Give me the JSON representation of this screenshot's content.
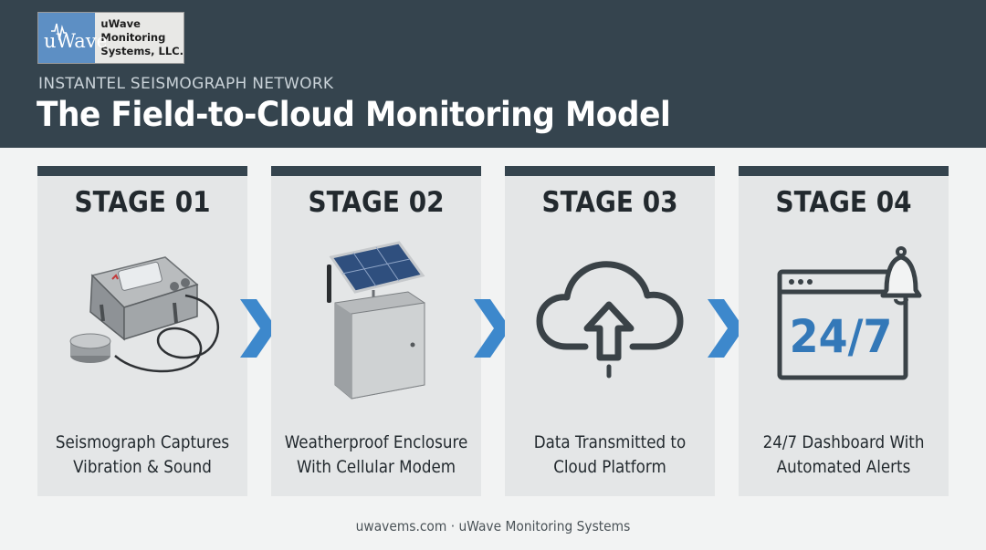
{
  "header": {
    "logo": {
      "mark_text": "uWave",
      "line1": "uWave",
      "line2": "Monitoring",
      "line3": "Systems, LLC."
    },
    "subtitle": "INSTANTEL SEISMOGRAPH NETWORK",
    "title": "The Field-to-Cloud Monitoring Model"
  },
  "stages": [
    {
      "label": "STAGE 01",
      "caption_line1": "Seismograph Captures",
      "caption_line2": "Vibration & Sound",
      "icon": "seismograph-case-icon"
    },
    {
      "label": "STAGE 02",
      "caption_line1": "Weatherproof Enclosure",
      "caption_line2": "With Cellular Modem",
      "icon": "solar-enclosure-icon"
    },
    {
      "label": "STAGE 03",
      "caption_line1": "Data Transmitted to",
      "caption_line2": "Cloud Platform",
      "icon": "cloud-upload-icon"
    },
    {
      "label": "STAGE 04",
      "caption_line1": "24/7 Dashboard With",
      "caption_line2": "Automated Alerts",
      "icon": "dashboard-bell-icon",
      "dashboard_text": "24/7"
    }
  ],
  "footer": "uwavems.com · uWave Monitoring Systems",
  "colors": {
    "header_bg": "#35444e",
    "accent_blue": "#3d88cc",
    "card_bg": "#e4e6e7",
    "page_bg": "#f2f3f3"
  }
}
